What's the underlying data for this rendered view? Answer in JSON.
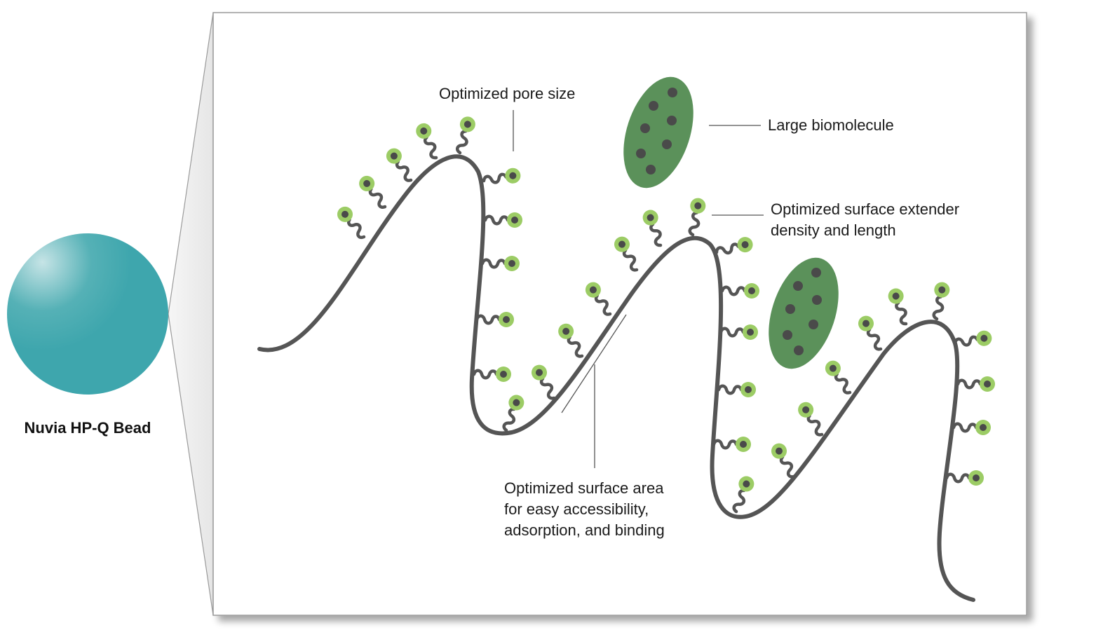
{
  "bead": {
    "caption": "Nuvia HP-Q Bead",
    "color": "#3ea6ad",
    "highlight_color": "#c6e4e6"
  },
  "labels": {
    "pore_size": "Optimized pore size",
    "biomolecule": "Large biomolecule",
    "extender": [
      "Optimized surface extender",
      "density and length"
    ],
    "surface_area": [
      "Optimized surface area",
      "for easy accessibility,",
      "adsorption, and binding"
    ]
  },
  "colors": {
    "strand": "#555555",
    "ligand_ring": "#9ccc65",
    "ligand_core": "#4a4a4a",
    "biomolecule": "#5b915a",
    "biomolecule_dots": "#4a4a4a",
    "leader_line": "#555555"
  }
}
